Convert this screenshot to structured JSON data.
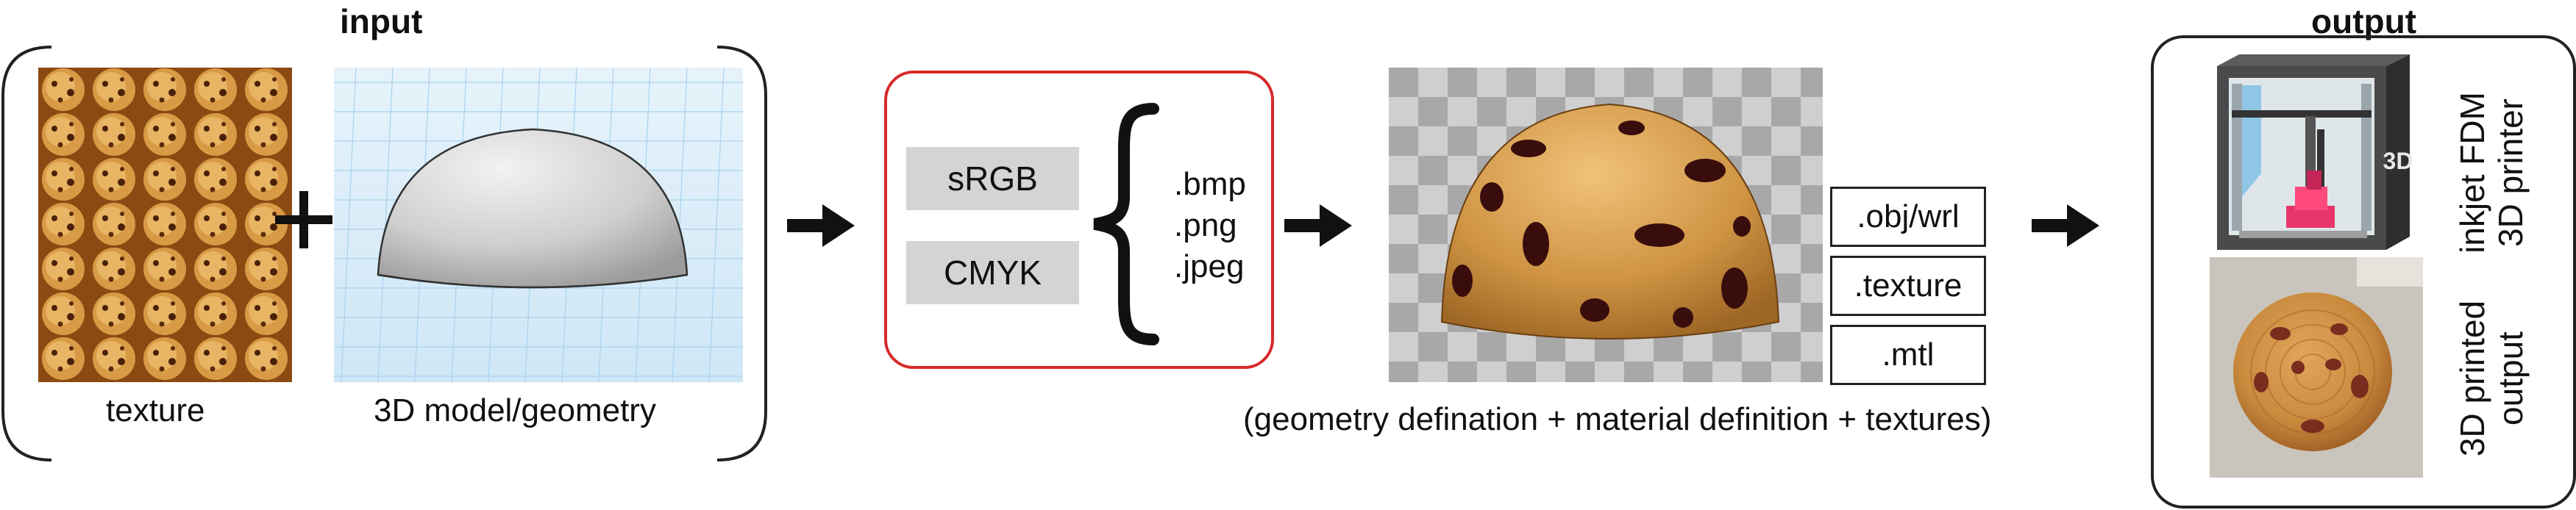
{
  "input_section": {
    "title": "input",
    "texture_label": "texture",
    "model_label": "3D model/geometry"
  },
  "color_box": {
    "color_modes": [
      "sRGB",
      "CMYK"
    ],
    "formats": [
      ".bmp",
      ".png",
      ".jpeg"
    ]
  },
  "file_types": [
    ".obj/wrl",
    ".texture",
    ".mtl"
  ],
  "description": "(geometry defination + material definition + textures)",
  "output_section": {
    "title": "output",
    "printer_label_line1": "inkjet FDM",
    "printer_label_line2": "3D printer",
    "printed_label_line1": "3D printed",
    "printed_label_line2": "output",
    "printer_badge": "3D"
  },
  "colors": {
    "accent_red": "#d62a2a",
    "box_gray": "#d4d4d4",
    "printer_magenta": "#e8356b",
    "cookie_base": "#c98a3e"
  }
}
